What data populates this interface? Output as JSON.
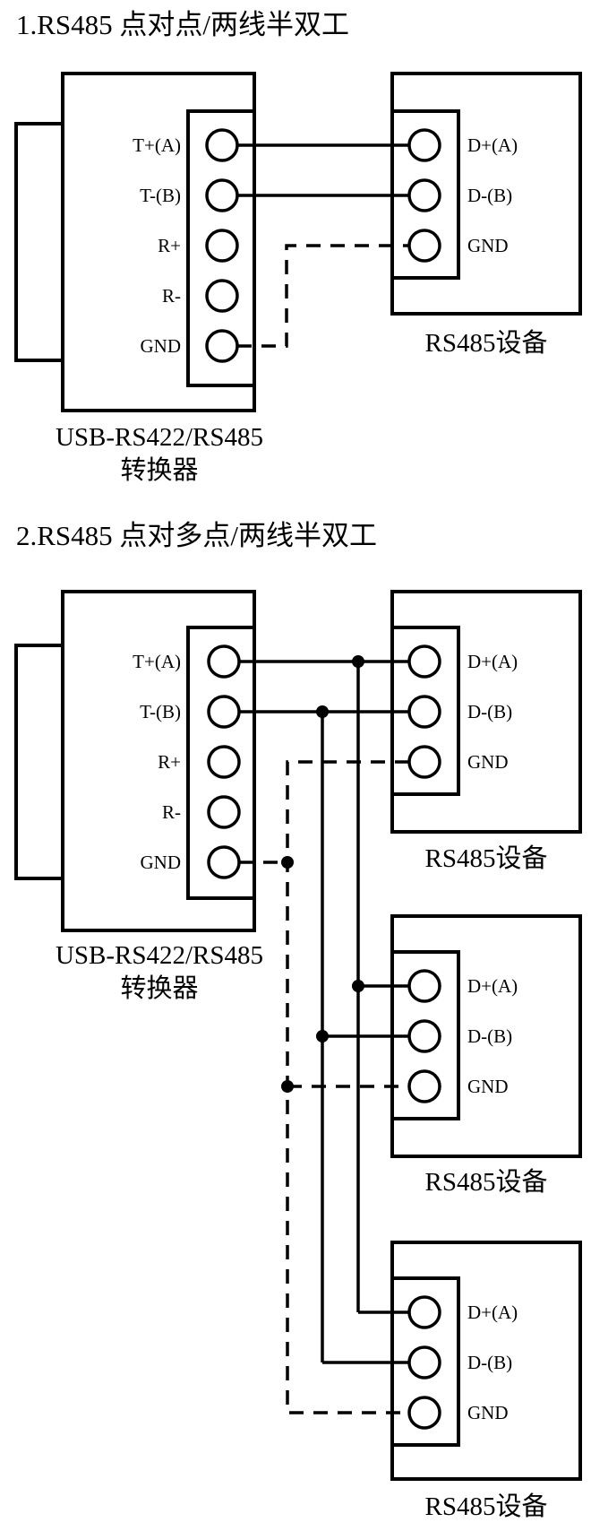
{
  "section1": {
    "title": "1.RS485 点对点/两线半双工",
    "converter": {
      "pins": [
        "T+(A)",
        "T-(B)",
        "R+",
        "R-",
        "GND"
      ],
      "label_line1": "USB-RS422/RS485",
      "label_line2": "转换器"
    },
    "device": {
      "pins": [
        "D+(A)",
        "D-(B)",
        "GND"
      ],
      "label": "RS485设备"
    }
  },
  "section2": {
    "title": "2.RS485 点对多点/两线半双工",
    "converter": {
      "pins": [
        "T+(A)",
        "T-(B)",
        "R+",
        "R-",
        "GND"
      ],
      "label_line1": "USB-RS422/RS485",
      "label_line2": "转换器"
    },
    "devices": [
      {
        "pins": [
          "D+(A)",
          "D-(B)",
          "GND"
        ],
        "label": "RS485设备"
      },
      {
        "pins": [
          "D+(A)",
          "D-(B)",
          "GND"
        ],
        "label": "RS485设备"
      },
      {
        "pins": [
          "D+(A)",
          "D-(B)",
          "GND"
        ],
        "label": "RS485设备"
      }
    ]
  }
}
